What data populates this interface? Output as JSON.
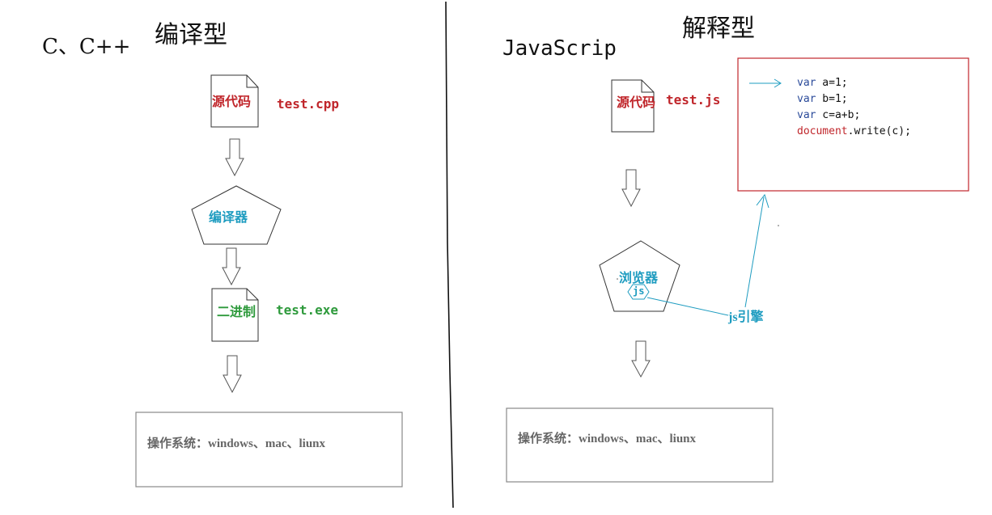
{
  "left": {
    "title": "编译型",
    "lang": "C、C++",
    "source_label": "源代码",
    "source_file": "test.cpp",
    "compiler": "编译器",
    "binary_label": "二进制",
    "binary_file": "test.exe",
    "os": "操作系统：windows、mac、liunx"
  },
  "right": {
    "title": "解释型",
    "lang": "JavaScrip",
    "source_label": "源代码",
    "source_file": "test.js",
    "browser": "浏览器",
    "js_badge": "js",
    "engine_label": "js引擎",
    "os": "操作系统：windows、mac、liunx",
    "code": {
      "line1_kw": "var",
      "line1_rest": " a=1;",
      "line2_kw": "var",
      "line2_rest": " b=1;",
      "line3_kw": "var",
      "line3_rest": " c=a+b;",
      "line4_obj": "document",
      "line4_rest": ".write(c);"
    }
  },
  "colors": {
    "red": "#c0262b",
    "green": "#2e9a3c",
    "cyan": "#1e9cc0",
    "gray": "#666666",
    "code_box_border": "#c0262b"
  }
}
